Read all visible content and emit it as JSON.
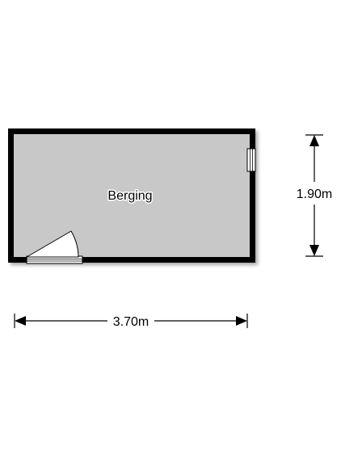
{
  "room": {
    "name": "Berging"
  },
  "dimensions": {
    "width_label": "3.70m",
    "height_label": "1.90m"
  },
  "colors": {
    "floor": "#c8c8c8",
    "wall": "#000000",
    "background": "#ffffff",
    "fixture": "#ffffff"
  }
}
